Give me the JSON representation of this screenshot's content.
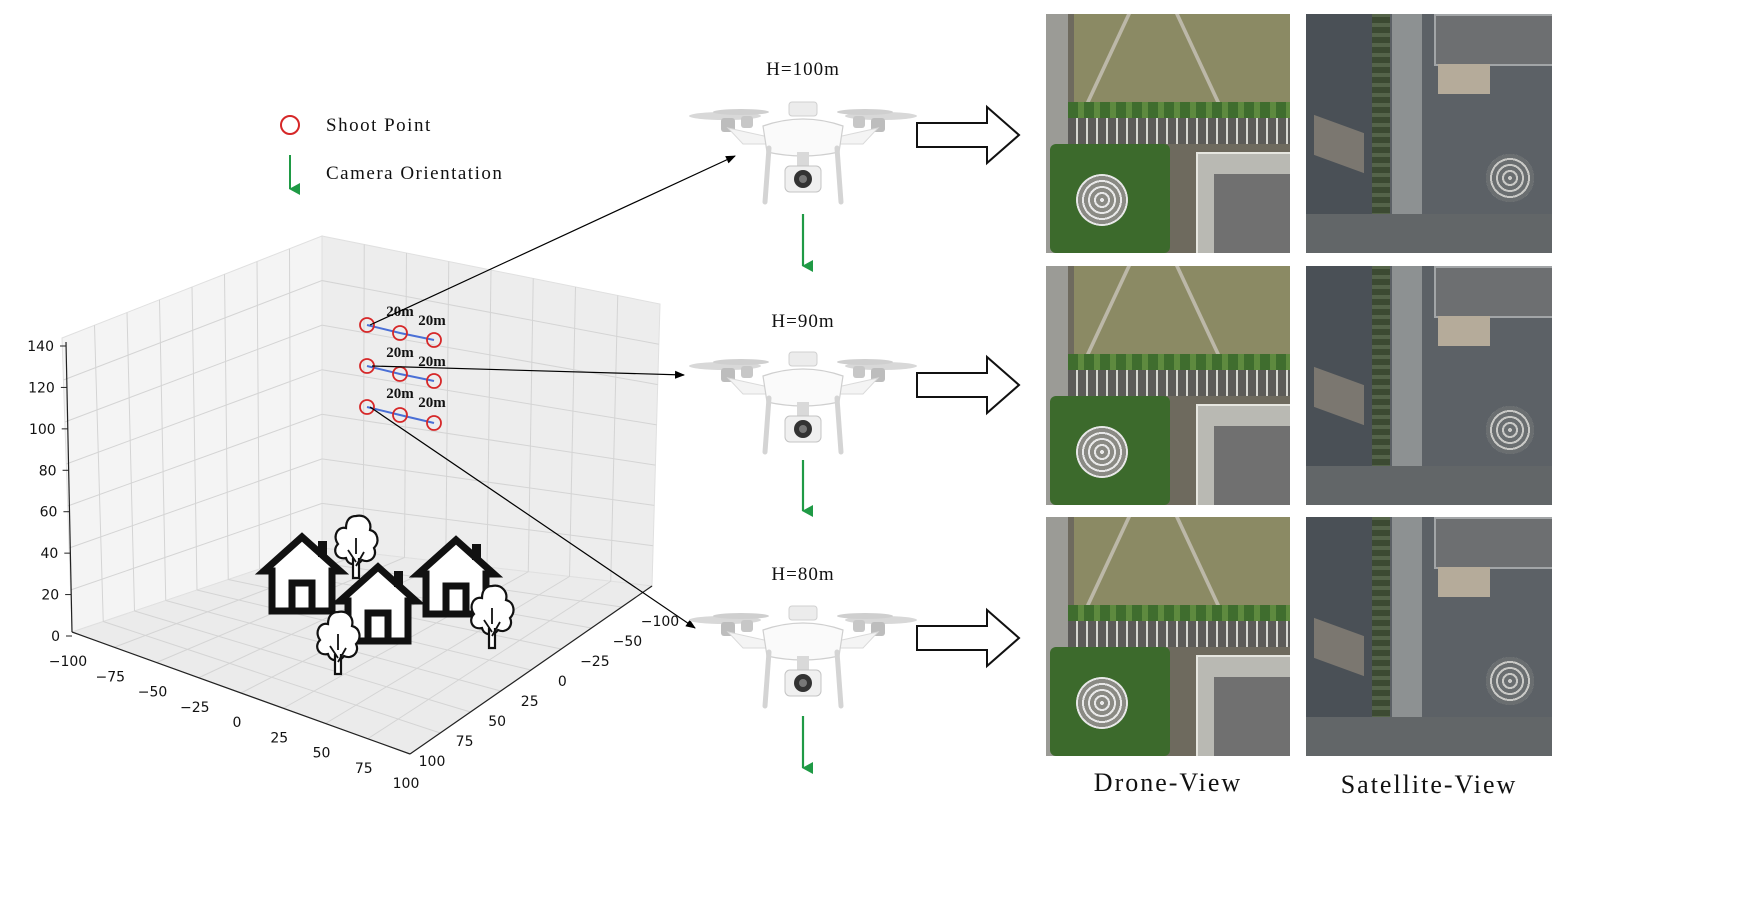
{
  "legend": {
    "shoot_point": "Shoot Point",
    "camera_orientation": "Camera Orientation"
  },
  "colors": {
    "shoot_point": "#d62728",
    "path_line": "#4a6fd6",
    "camera_arrow": "#1f9a45",
    "grid": "#d9d9d9",
    "pane": "#f3f3f3"
  },
  "plot3d": {
    "z_ticks": [
      "0",
      "20",
      "40",
      "60",
      "80",
      "100",
      "120",
      "140"
    ],
    "x_ticks": [
      "−100",
      "−75",
      "−50",
      "−25",
      "0",
      "25",
      "50",
      "75",
      "100"
    ],
    "y_ticks": [
      "−100",
      "−50",
      "−25",
      "0",
      "25",
      "50",
      "75",
      "100"
    ],
    "distance_label": "20m"
  },
  "altitudes": [
    {
      "label": "H=100m"
    },
    {
      "label": "H=90m"
    },
    {
      "label": "H=80m"
    }
  ],
  "views": {
    "drone": "Drone-View",
    "satellite": "Satellite-View"
  }
}
